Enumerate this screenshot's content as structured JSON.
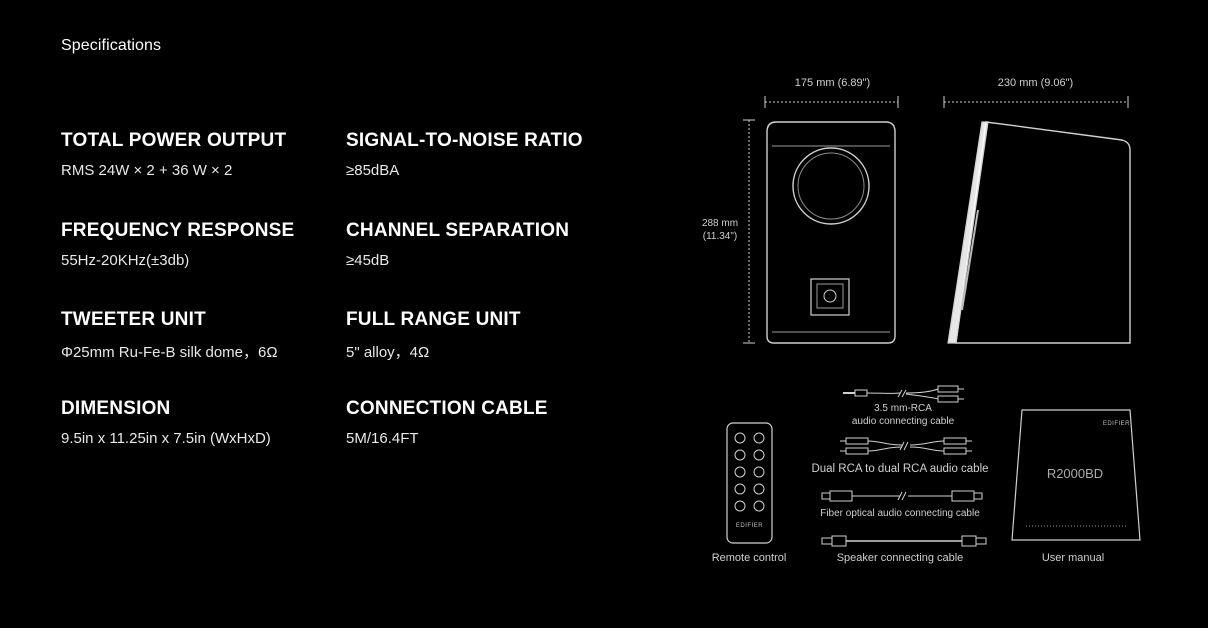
{
  "page": {
    "title": "Specifications"
  },
  "specs": [
    {
      "label": "TOTAL POWER OUTPUT",
      "value": "RMS 24W × 2 + 36 W × 2"
    },
    {
      "label": "SIGNAL-TO-NOISE RATIO",
      "value": "≥85dBA"
    },
    {
      "label": "FREQUENCY RESPONSE",
      "value": "55Hz-20KHz(±3db)"
    },
    {
      "label": "CHANNEL SEPARATION",
      "value": "≥45dB"
    },
    {
      "label": "TWEETER UNIT",
      "value": "Φ25mm Ru-Fe-B silk dome，6Ω"
    },
    {
      "label": "FULL RANGE UNIT",
      "value": "5\" alloy，4Ω"
    },
    {
      "label": "DIMENSION",
      "value": "9.5in x 11.25in x 7.5in (WxHxD)"
    },
    {
      "label": "CONNECTION CABLE",
      "value": "5M/16.4FT"
    }
  ],
  "diagram": {
    "width_dim": "175 mm (6.89\")",
    "depth_dim": "230 mm (9.06\")",
    "height_dim_mm": "288 mm",
    "height_dim_in": "(11.34\")",
    "cable_35_line1": "3.5 mm-RCA",
    "cable_35_line2": "audio connecting cable",
    "cable_rca": "Dual RCA to dual RCA audio cable",
    "cable_fiber": "Fiber optical audio connecting cable",
    "cable_speaker": "Speaker connecting cable",
    "remote_label": "Remote control",
    "manual_label": "User manual",
    "manual_brand": "EDIFIER",
    "manual_model": "R2000BD",
    "remote_brand": "EDIFIER"
  }
}
